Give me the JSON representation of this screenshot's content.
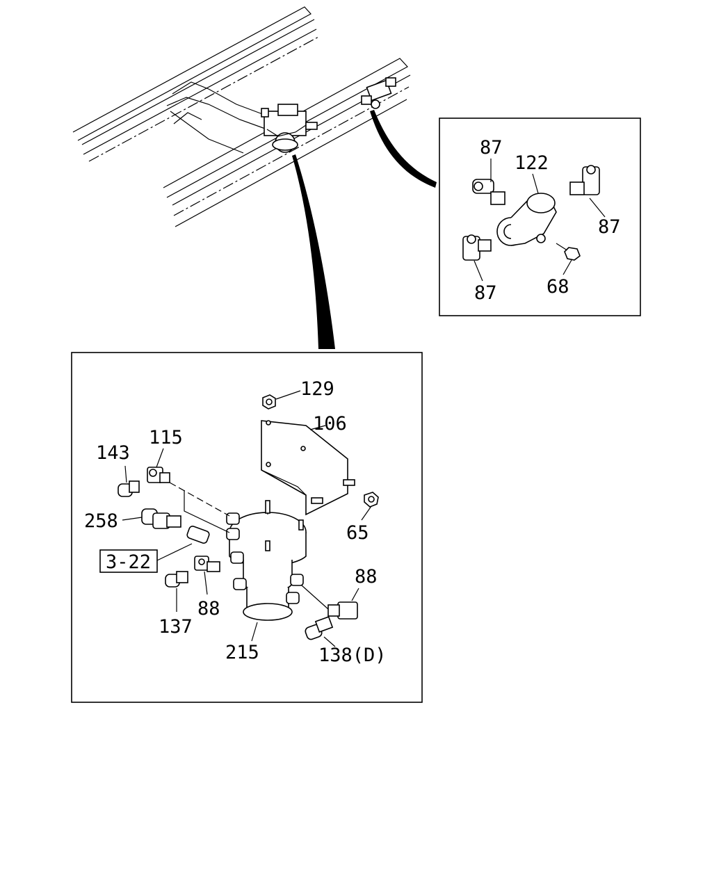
{
  "detail_top": {
    "labels": {
      "a": "87",
      "b": "122",
      "c": "87",
      "d": "87",
      "e": "68"
    }
  },
  "detail_main": {
    "labels": {
      "p129": "129",
      "p106": "106",
      "p115": "115",
      "p143": "143",
      "p258": "258",
      "p65": "65",
      "ref": "3-22",
      "p88a": "88",
      "p88b": "88",
      "p137": "137",
      "p215": "215",
      "p138": "138(D)"
    }
  }
}
